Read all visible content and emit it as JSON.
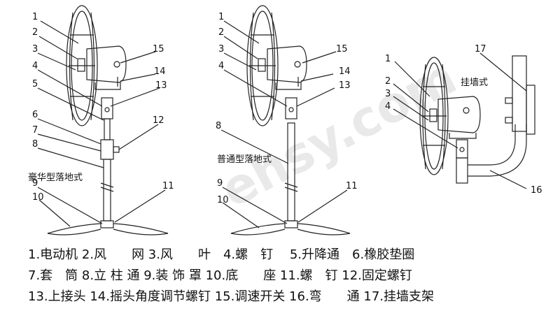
{
  "callouts": {
    "n1": "1",
    "n2": "2",
    "n3": "3",
    "n4": "4",
    "n5": "5",
    "n6": "6",
    "n7": "7",
    "n8": "8",
    "n9": "9",
    "n10": "10",
    "n11": "11",
    "n12": "12",
    "n13": "13",
    "n14": "14",
    "n15": "15",
    "n16": "16",
    "n17": "17"
  },
  "variants": {
    "deluxe": "豪华型落地式",
    "standard": "普通型落地式",
    "wall": "挂墙式"
  },
  "watermark": "ehsy.com",
  "legend": {
    "row1": "1.电动机 2.风　　网 3.风　　叶　4.螺　钉　 5.升降通　6.橡胶垫圈",
    "row2": "7.套　筒 8.立 柱 通 9.装 饰 罩 10.底　　座 11.螺　钉 12.固定螺钉",
    "row3": "13.上接头 14.摇头角度调节螺钉 15.调速开关 16.弯　　通 17.挂墙支架"
  },
  "colors": {
    "line": "#222222",
    "text": "#111111",
    "watermark": "#e9e9e9"
  }
}
